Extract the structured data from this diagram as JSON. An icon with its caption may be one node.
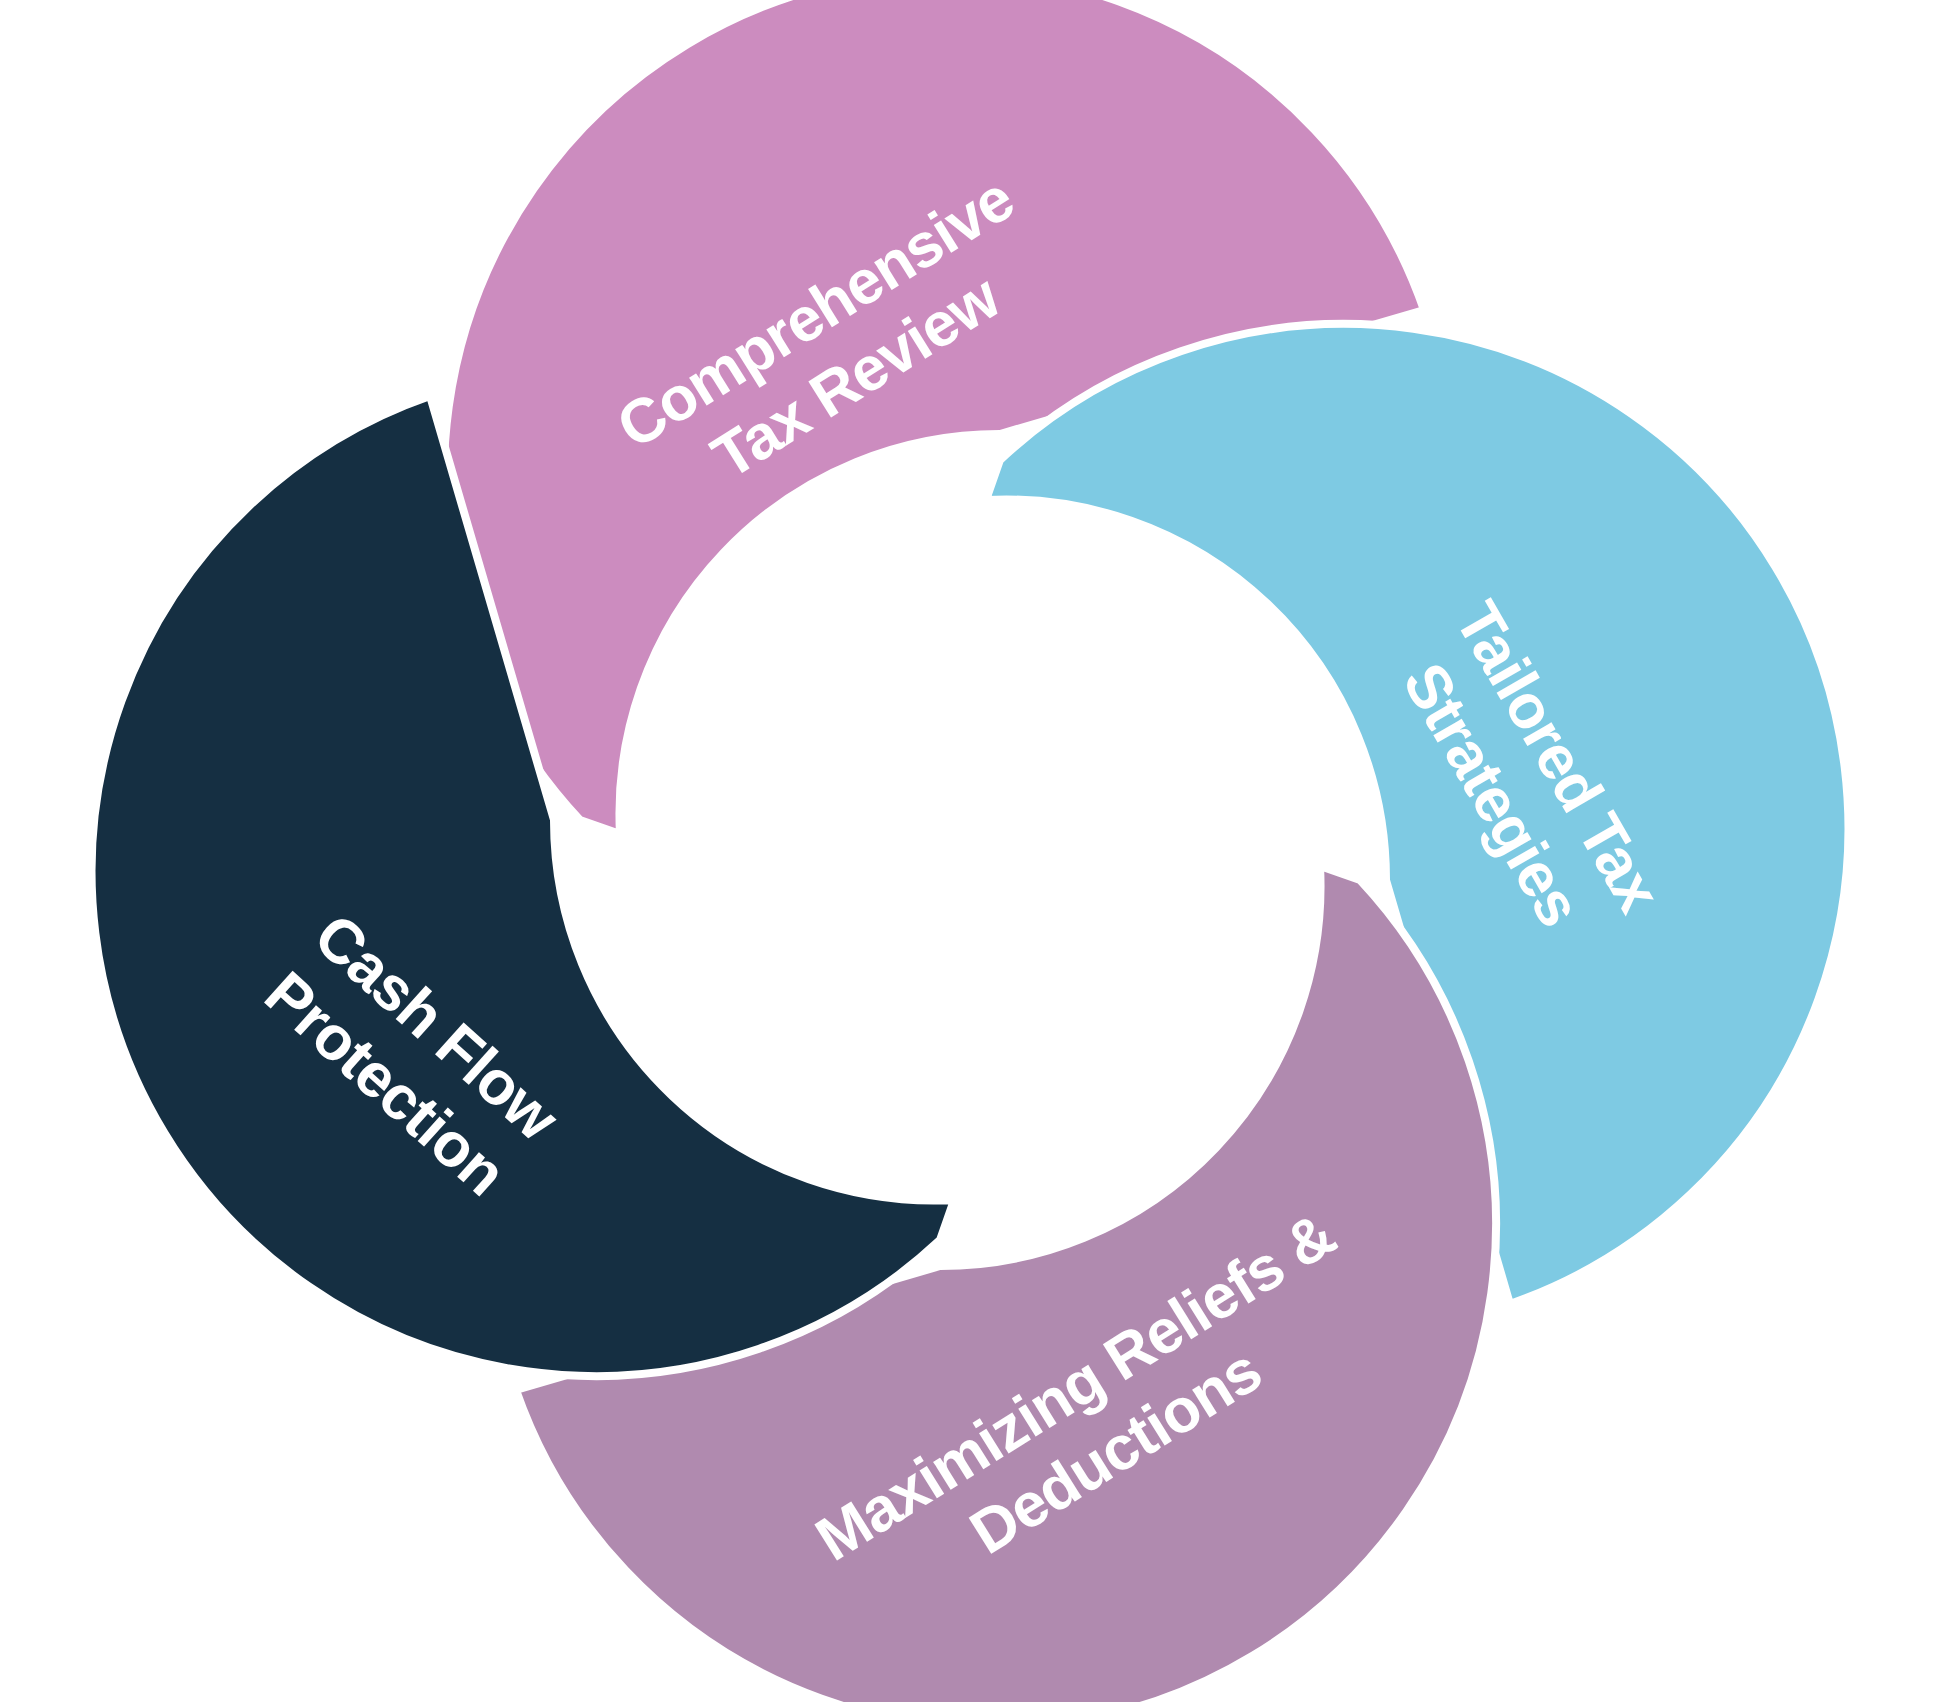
{
  "diagram": {
    "nodes": [
      {
        "text": [
          "Comprehensive Tax Review"
        ]
      },
      {
        "text": [
          "Tailored Tax Strategies"
        ]
      },
      {
        "text": [
          "Maximizing Reliefs & Deductions"
        ]
      },
      {
        "text": [
          "Cash Flow Protection"
        ]
      }
    ]
  }
}
